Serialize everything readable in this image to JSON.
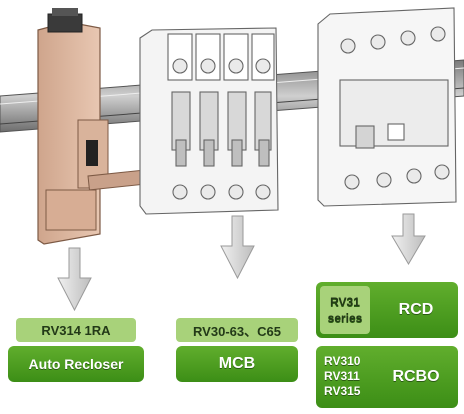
{
  "groups": [
    {
      "model": "RV314 1RA",
      "label": "Auto Recloser"
    },
    {
      "model": "RV30-63、C65",
      "label": "MCB"
    }
  ],
  "rcd": {
    "model_line1": "RV31",
    "model_line2": "series",
    "label": "RCD"
  },
  "rcbo": {
    "model_lines": [
      "RV310",
      "RV311",
      "RV315"
    ],
    "label": "RCBO"
  },
  "colors": {
    "green_dark": "#3c8e16",
    "green_light": "#a8d27a",
    "arrow": "#d9d9d9"
  }
}
